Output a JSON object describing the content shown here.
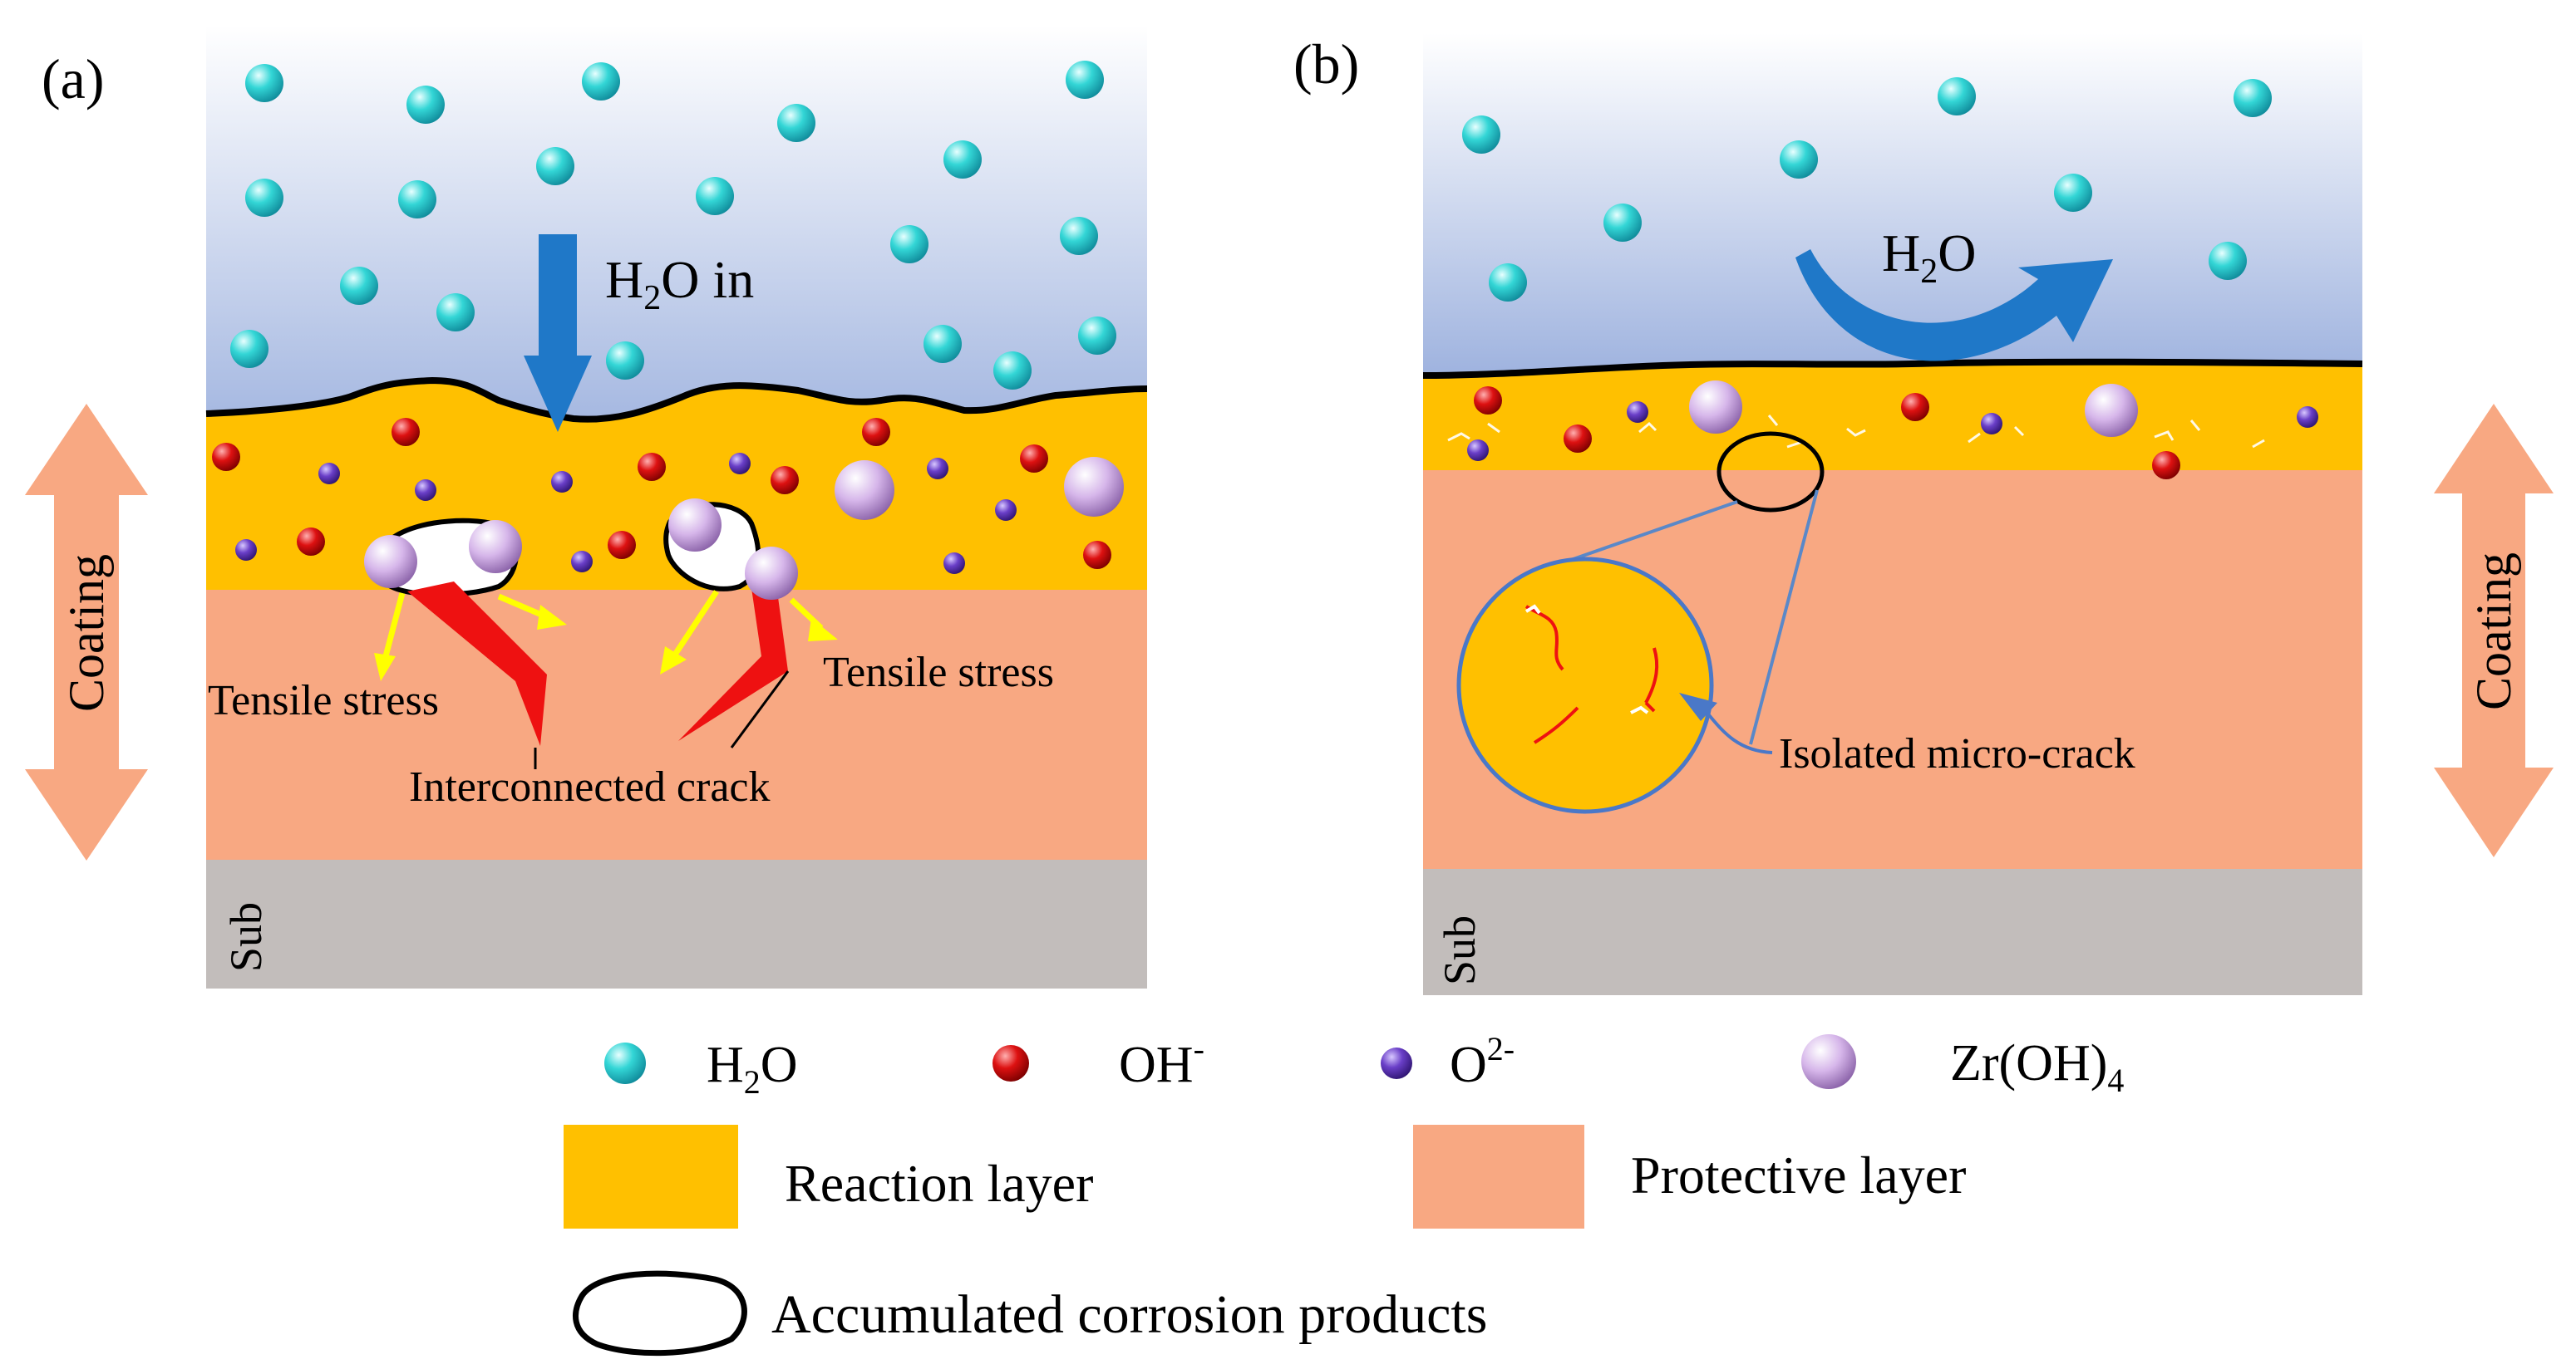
{
  "panels": {
    "a": {
      "label": "(a)",
      "arrow_label": "H",
      "arrow_label_sub": "2",
      "arrow_label_rest": "O in",
      "stress_left": "Tensile stress",
      "stress_right": "Tensile stress",
      "crack": "Interconnected crack",
      "side": "Coating",
      "sub": "Sub"
    },
    "b": {
      "label": "(b)",
      "arrow_label": "H",
      "arrow_label_sub": "2",
      "arrow_label_rest": "O",
      "micro_crack": "Isolated micro-crack",
      "side": "Coating",
      "sub": "Sub"
    }
  },
  "legend": {
    "h2o": {
      "text": "H",
      "sub": "2",
      "rest": "O"
    },
    "oh": {
      "text": "OH",
      "sup": "-"
    },
    "o2": {
      "text": "O",
      "sup": "2-"
    },
    "zr": {
      "text": "Zr(OH)",
      "sub": "4"
    },
    "reaction_layer": "Reaction layer",
    "protective_layer": "Protective layer",
    "accumulated": "Accumulated corrosion products"
  },
  "colors": {
    "water_top": "#ffffff",
    "water_bottom": "#9fb3df",
    "reaction_layer": "#ffc000",
    "protective_layer": "#f8a882",
    "substrate": "#c2bdbb",
    "side_arrow": "#f8a882",
    "h2o": "#33d6d6",
    "oh": "#dd1111",
    "o2": "#6a3fc8",
    "zr": "#d6b6ea",
    "flow_arrow": "#1f78c8",
    "crack": "#ee1111",
    "stress_arrow": "#ffff00"
  }
}
